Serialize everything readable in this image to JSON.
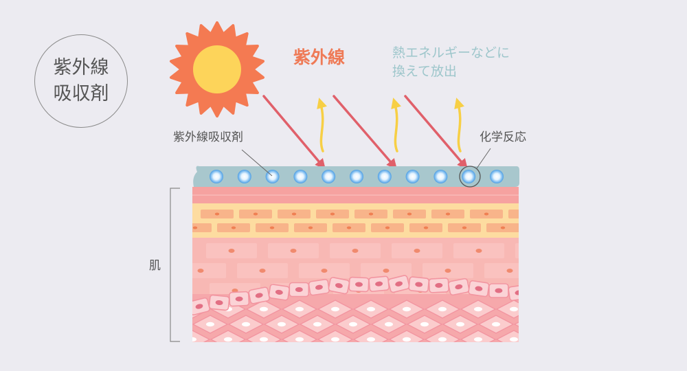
{
  "badge": {
    "line1": "紫外線",
    "line2": "吸収剤"
  },
  "labels": {
    "uv": "紫外線",
    "heat_line1": "熱エネルギーなどに",
    "heat_line2": "換えて放出",
    "absorber": "紫外線吸収剤",
    "reaction": "化学反応",
    "skin": "肌"
  },
  "colors": {
    "background": "#ecebf1",
    "sun_outer": "#f47a52",
    "sun_inner": "#fdd45a",
    "uv_arrow": "#e0606a",
    "heat_arrow": "#f7cf45",
    "absorber_layer": "#a8c7cd",
    "molecule": "#4f9ee2",
    "skin_top": "#f6a2a0",
    "skin_yellow": "#fddca0",
    "skin_pink": "#f8b8b4",
    "skin_deep": "#f6a8ab"
  },
  "icons": {
    "sun": "sun-icon",
    "molecule": "uv-absorber-molecule-icon"
  }
}
